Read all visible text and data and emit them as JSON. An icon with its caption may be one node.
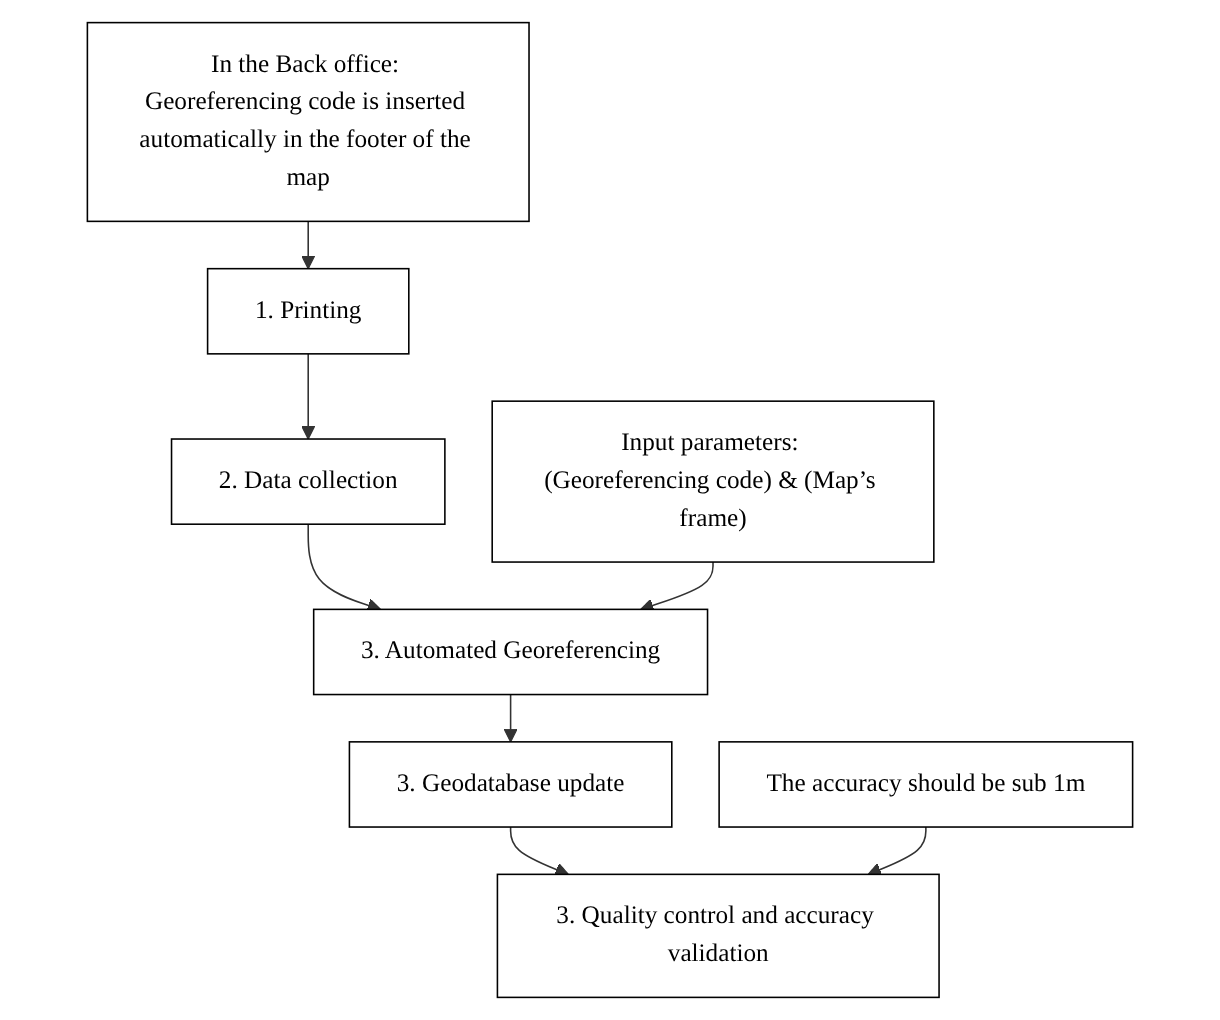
{
  "diagram": {
    "nodes": [
      {
        "text": [
          "1. Printing"
        ]
      },
      {
        "text": [
          "In the Back office: Georeferencing code is inserted automatically in the footer of the map"
        ]
      },
      {
        "text": [
          "2. Data collection"
        ]
      },
      {
        "text": [
          "3. Automated Georeferencing"
        ]
      },
      {
        "text": [
          "Input parameters: (Georeferencing code) & (Map’s frame)"
        ]
      },
      {
        "text": [
          "3. Geodatabase update"
        ]
      },
      {
        "text": [
          "3. Quality control and accuracy validation"
        ]
      },
      {
        "text": [
          "The accuracy should be sub 1m"
        ]
      }
    ],
    "edges": [
      {
        "from": 0,
        "to": 2,
        "arrow": "to"
      },
      {
        "from": 2,
        "to": 3,
        "arrow": "to"
      },
      {
        "from": 3,
        "to": 5,
        "arrow": "to"
      },
      {
        "from": 5,
        "to": 6,
        "arrow": "to"
      },
      {
        "from": 1,
        "to": 0,
        "arrow": "to"
      },
      {
        "from": 4,
        "to": 3,
        "arrow": "to"
      },
      {
        "from": 7,
        "to": 6,
        "arrow": "to"
      }
    ]
  }
}
